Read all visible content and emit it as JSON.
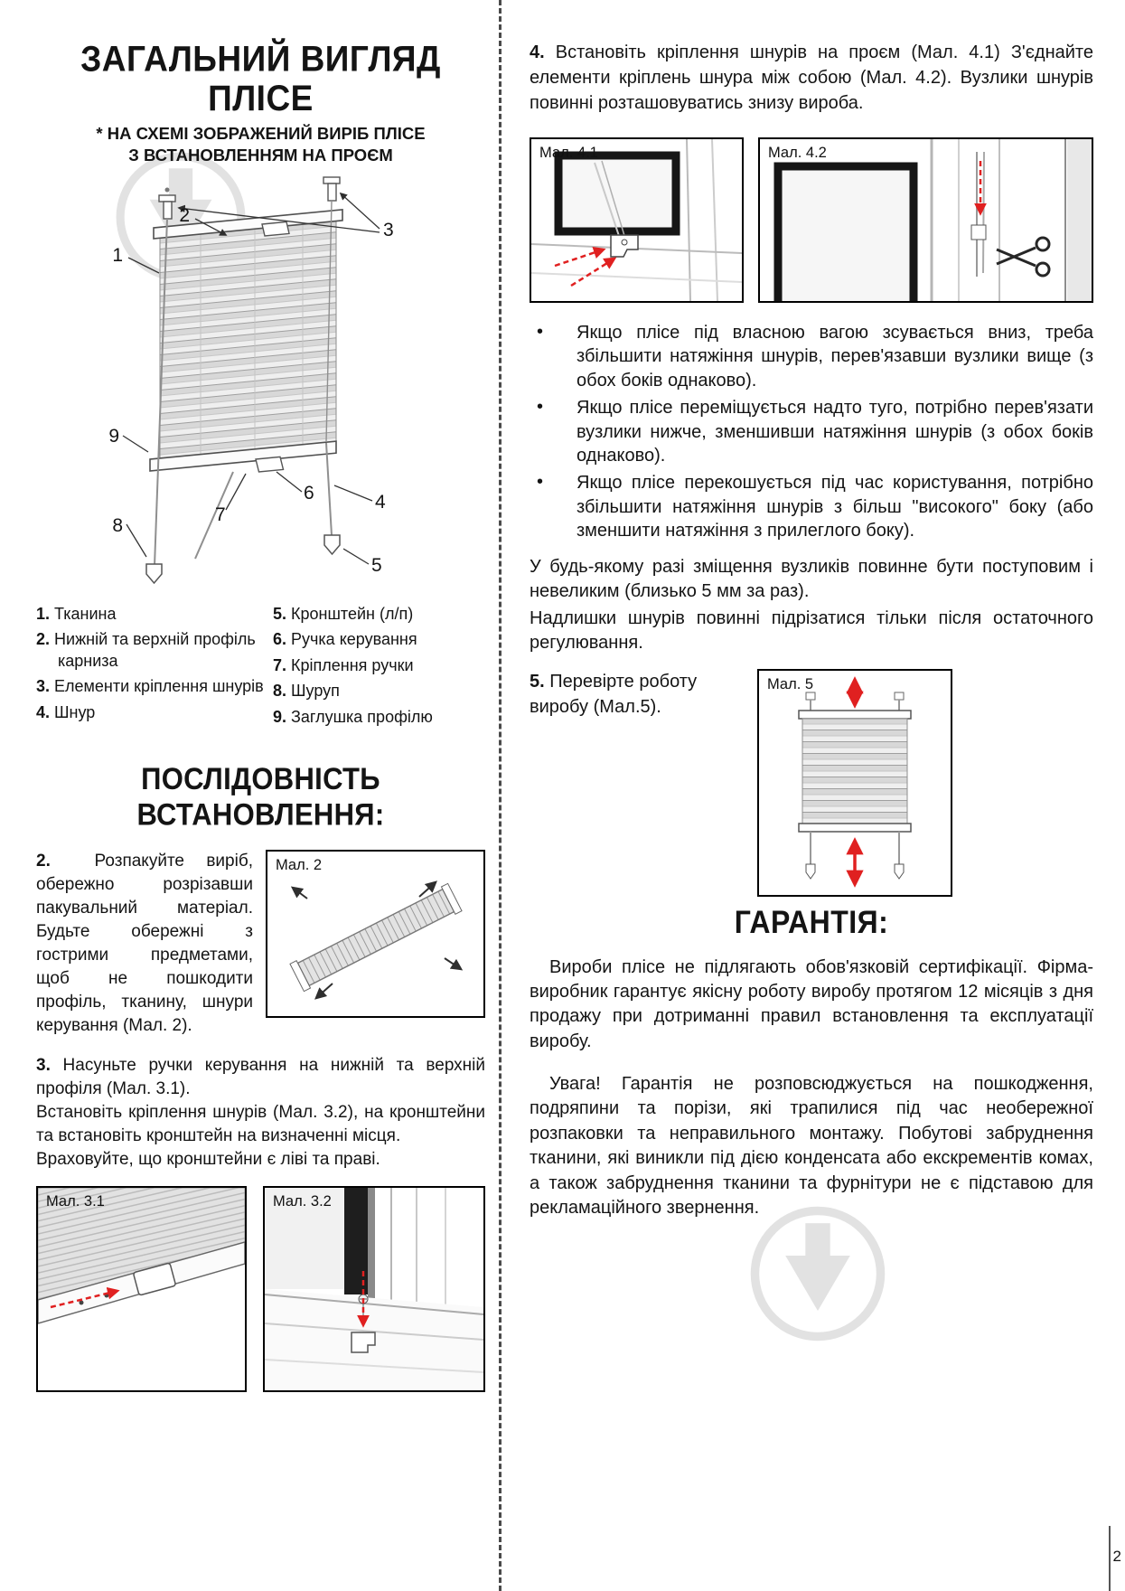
{
  "page": {
    "number": "2"
  },
  "colors": {
    "accent_red": "#e02020",
    "watermark_gray": "#cccccc",
    "text": "#141414"
  },
  "diagram": {
    "callouts": [
      "1",
      "2",
      "3",
      "4",
      "5",
      "6",
      "7",
      "8",
      "9"
    ]
  },
  "left": {
    "title_line1": "ЗАГАЛЬНИЙ ВИГЛЯД",
    "title_line2": "ПЛІСЕ",
    "subtitle_line1": "* НА СХЕМІ ЗОБРАЖЕНИЙ ВИРІБ ПЛІСЕ",
    "subtitle_line2": "З ВСТАНОВЛЕННЯМ НА ПРОЄМ",
    "legend_col1": [
      {
        "num": "1.",
        "text": "Тканина"
      },
      {
        "num": "2.",
        "text": "Нижній та верхній профіль карниза"
      },
      {
        "num": "3.",
        "text": "Елементи кріплення шнурів"
      },
      {
        "num": "4.",
        "text": "Шнур"
      }
    ],
    "legend_col2": [
      {
        "num": "5.",
        "text": "Кронштейн (л/п)"
      },
      {
        "num": "6.",
        "text": "Ручка керування"
      },
      {
        "num": "7.",
        "text": "Кріплення ручки"
      },
      {
        "num": "8.",
        "text": "Шуруп"
      },
      {
        "num": "9.",
        "text": "Заглушка профілю"
      }
    ],
    "section_title": "ПОСЛІДОВНІСТЬ ВСТАНОВЛЕННЯ:",
    "step2_num": "2.",
    "step2_text": "Розпакуйте виріб, обережно розрізавши пакувальний матеріал. Будьте обережні з гострими предметами, щоб не пошкодити профіль, тканину, шнури керування (Мал. 2).",
    "fig2_label": "Мал. 2",
    "step3_num": "3.",
    "step3_line1": "Насуньте ручки керування на нижній та верхній профіля (Мал. 3.1).",
    "step3_line2": "Встановіть кріплення шнурів (Мал. 3.2), на кронштейни та встановіть кронштейн на визначенні місця.",
    "step3_line3": "Враховуйте, що кронштейни є ліві та праві.",
    "fig31_label": "Мал. 3.1",
    "fig32_label": "Мал. 3.2"
  },
  "right": {
    "step4_num": "4.",
    "step4_text": "Встановіть кріплення шнурів на проєм (Мал. 4.1) З'єднайте елементи кріплень шнура між собою (Мал. 4.2). Вузлики шнурів повинні розташовуватись знизу вироба.",
    "fig41_label": "Мал. 4.1",
    "fig42_label": "Мал. 4.2",
    "bullet_char": "•",
    "bullets": [
      "Якщо плісе під власною вагою зсувається вниз, треба збільшити натяжіння шнурів, перев'язавши вузлики вище (з обох боків однаково).",
      "Якщо плісе переміщується надто туго, потрібно перев'язати вузлики нижче, зменшивши натяжіння шнурів (з обох боків однаково).",
      "Якщо плісе перекошується під час користування, потрібно збільшити натяжіння шнурів з більш \"високого\" боку (або зменшити натяжіння з прилеглого боку)."
    ],
    "note_line1": "У будь-якому разі зміщення вузликів повинне бути поступовим і невеликим (близько 5 мм за раз).",
    "note_line2": "Надлишки шнурів повинні підрізатися тільки після остаточного регулювання.",
    "step5_num": "5.",
    "step5_text": "Перевірте роботу виробу (Мал.5).",
    "fig5_label": "Мал. 5",
    "warranty_title": "ГАРАНТІЯ:",
    "warranty_p1": "Вироби плісе не підлягають обов'язковій сертифікації. Фірма-виробник гарантує якісну роботу виробу протягом 12 місяців з дня продажу при дотриманні правил встановлення та експлуатації виробу.",
    "warranty_p2": "Увага! Гарантія не розповсюджується на пошкодження, подряпини та порізи, які трапилися під час необережної розпаковки та неправильного монтажу. Побутові забруднення тканини, які виникли під дією конденсата або екскрементів комах, а також забруднення тканини та фурнітури не є підставою для рекламаційного звернення."
  }
}
